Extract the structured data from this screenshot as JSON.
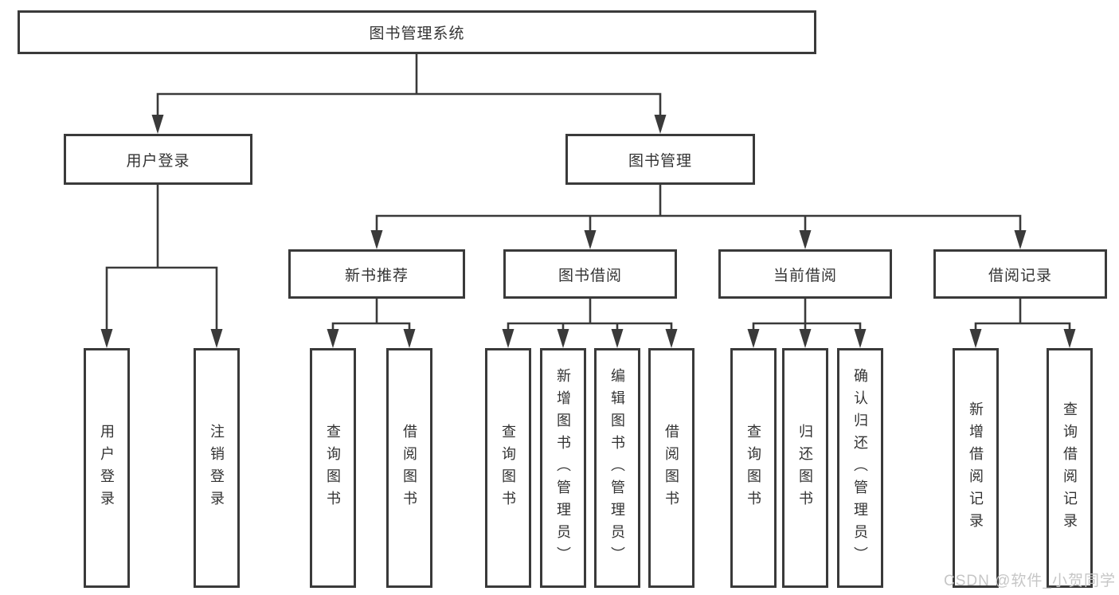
{
  "diagram_title": "图书管理系统",
  "colors": {
    "line": "#3a3a3a",
    "box_border": "#3a3a3a",
    "text": "#333333",
    "background": "#ffffff",
    "watermark_text_color": "#c6c6c6"
  },
  "watermark": "CSDN @软件_小贺同学",
  "nodes": {
    "root": "图书管理系统",
    "user_login": "用户登录",
    "book_mgmt": "图书管理",
    "new_book_rec": "新书推荐",
    "book_borrow": "图书借阅",
    "current_borrow": "当前借阅",
    "borrow_record": "借阅记录",
    "leaf_user_login": "用户登录",
    "leaf_logout": "注销登录",
    "leaf_query_book_rec": "查询图书",
    "leaf_borrow_book_rec": "借阅图书",
    "leaf_query_book_borrow": "查询图书",
    "leaf_add_book": "新增图书（管理员）",
    "leaf_edit_book": "编辑图书（管理员）",
    "leaf_borrow_book_borrow": "借阅图书",
    "leaf_query_book_current": "查询图书",
    "leaf_return_book": "归还图书",
    "leaf_confirm_return": "确认归还（管理员）",
    "leaf_add_borrow_record": "新增借阅记录",
    "leaf_query_borrow_record": "查询借阅记录"
  },
  "structure": {
    "图书管理系统": [
      "用户登录",
      "图书管理"
    ],
    "用户登录": [
      "用户登录",
      "注销登录"
    ],
    "图书管理": [
      "新书推荐",
      "图书借阅",
      "当前借阅",
      "借阅记录"
    ],
    "新书推荐": [
      "查询图书",
      "借阅图书"
    ],
    "图书借阅": [
      "查询图书",
      "新增图书（管理员）",
      "编辑图书（管理员）",
      "借阅图书"
    ],
    "当前借阅": [
      "查询图书",
      "归还图书",
      "确认归还（管理员）"
    ],
    "借阅记录": [
      "新增借阅记录",
      "查询借阅记录"
    ]
  }
}
